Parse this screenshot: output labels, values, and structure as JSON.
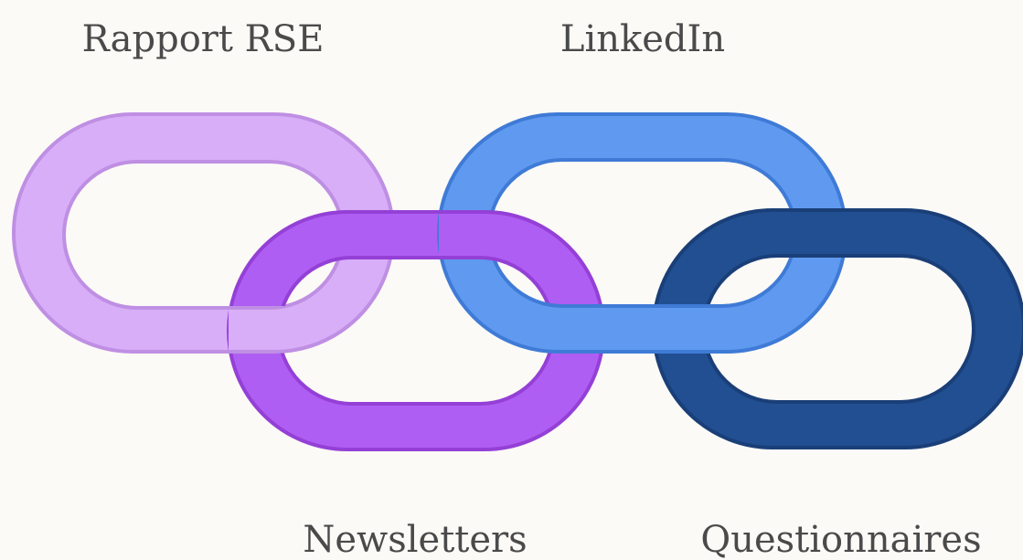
{
  "links": [
    {
      "label": "Rapport RSE",
      "color": "#d8aef8",
      "stroke": "#bf8fe3",
      "label_position": "top"
    },
    {
      "label": "Newsletters",
      "color": "#af5ef3",
      "stroke": "#9440d6",
      "label_position": "bottom"
    },
    {
      "label": "LinkedIn",
      "color": "#5f9af0",
      "stroke": "#3f7bd6",
      "label_position": "top"
    },
    {
      "label": "Questionnaires",
      "color": "#214f92",
      "stroke": "#1a3f78",
      "label_position": "bottom"
    }
  ],
  "background_color": "#fcfaf7",
  "label_color": "#4a4a4a"
}
